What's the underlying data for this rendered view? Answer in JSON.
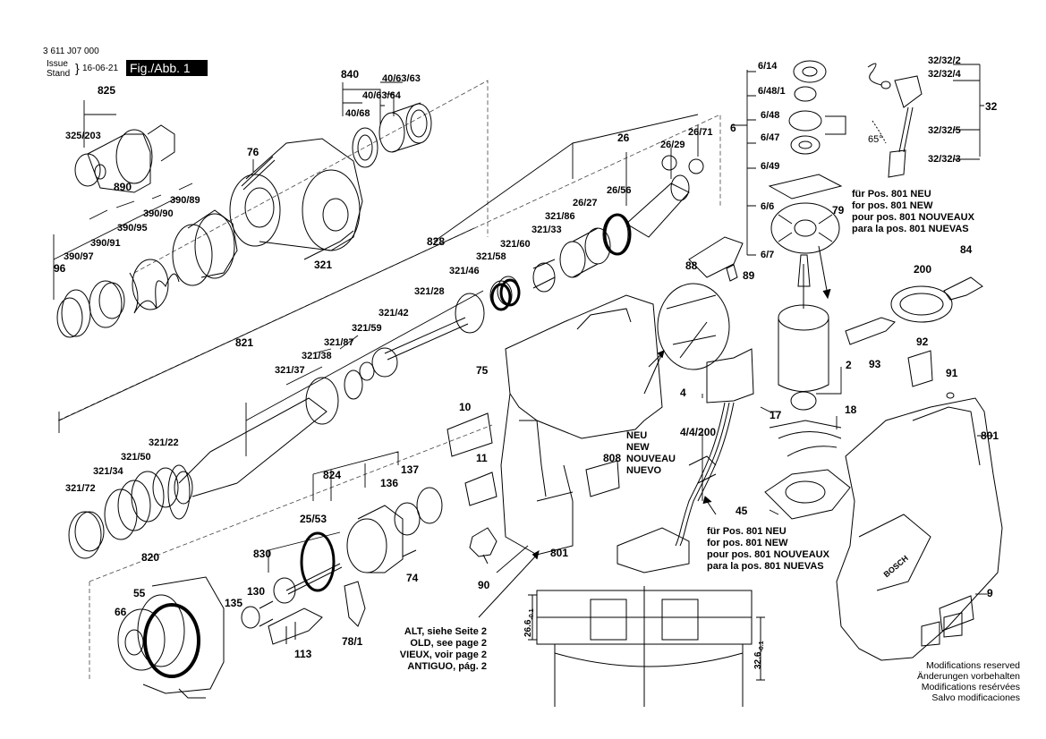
{
  "header": {
    "doc_number": "3 611 J07 000",
    "issue_label": "Issue",
    "stand_label": "Stand",
    "date": "16-06-21",
    "figure": "Fig./Abb. 1"
  },
  "labels": {
    "p840": "840",
    "p40_63_63": "40/63/63",
    "p40_63_64": "40/63/64",
    "p40_68": "40/68",
    "p825": "825",
    "p325_203": "325/203",
    "p76": "76",
    "p890": "890",
    "p390_89": "390/89",
    "p390_90": "390/90",
    "p390_95": "390/95",
    "p390_91": "390/91",
    "p390_97": "390/97",
    "p96": "96",
    "p321": "321",
    "p828": "828",
    "p26": "26",
    "p26_29": "26/29",
    "p26_71": "26/71",
    "p26_56": "26/56",
    "p26_27": "26/27",
    "p321_86": "321/86",
    "p321_33": "321/33",
    "p321_60": "321/60",
    "p321_58": "321/58",
    "p321_46": "321/46",
    "p321_28": "321/28",
    "p321_42": "321/42",
    "p321_59": "321/59",
    "p821": "821",
    "p321_87": "321/87",
    "p321_38": "321/38",
    "p321_37": "321/37",
    "p321_22": "321/22",
    "p321_50": "321/50",
    "p321_34": "321/34",
    "p321_72": "321/72",
    "p6": "6",
    "p6_14": "6/14",
    "p6_48_1": "6/48/1",
    "p6_48": "6/48",
    "p6_47": "6/47",
    "p6_49": "6/49",
    "p6_6": "6/6",
    "p6_7": "6/7",
    "p79": "79",
    "p32": "32",
    "p32_32_2": "32/32/2",
    "p32_32_4": "32/32/4",
    "p32_32_5": "32/32/5",
    "p32_32_3": "32/32/3",
    "angle65": "65°",
    "p88": "88",
    "p89": "89",
    "p84": "84",
    "p200": "200",
    "p92": "92",
    "p93": "93",
    "p91": "91",
    "p2": "2",
    "p17": "17",
    "p18": "18",
    "p801a": "801",
    "p45": "45",
    "p4": "4",
    "p4_4_200": "4/4/200",
    "p75": "75",
    "p10": "10",
    "p11": "11",
    "p808": "808",
    "p801b": "801",
    "p90": "90",
    "p824": "824",
    "p137": "137",
    "p136": "136",
    "p25_53": "25/53",
    "p830": "830",
    "p820": "820",
    "p55": "55",
    "p66": "66",
    "p135": "135",
    "p130": "130",
    "p74": "74",
    "p113": "113",
    "p78_1": "78/1",
    "p9": "9"
  },
  "notes": {
    "new_motor": [
      "für Pos. 801 NEU",
      "for pos. 801 NEW",
      "pour pos. 801 NOUVEAUX",
      "para la pos. 801 NUEVAS"
    ],
    "new_housing": [
      "NEU",
      "NEW",
      "NOUVEAU",
      "NUEVO"
    ],
    "new_wiring": [
      "für Pos. 801 NEU",
      "for pos. 801 NEW",
      "pour pos. 801 NOUVEAUX",
      "para la pos. 801 NUEVAS"
    ],
    "old": [
      "ALT, siehe Seite 2",
      "OLD, see page 2",
      "VIEUX, voir page 2",
      "ANTIGUO, pág. 2"
    ]
  },
  "dimensions": {
    "d1": "26.6",
    "d1_tol": "-0.1",
    "d2": "32.6",
    "d2_tol": "-0.1"
  },
  "modifications": [
    "Modifications reserved",
    "Änderungen vorbehalten",
    "Modifications resérvées",
    "Salvo modificaciones"
  ],
  "brand_mark": "BOSCH"
}
